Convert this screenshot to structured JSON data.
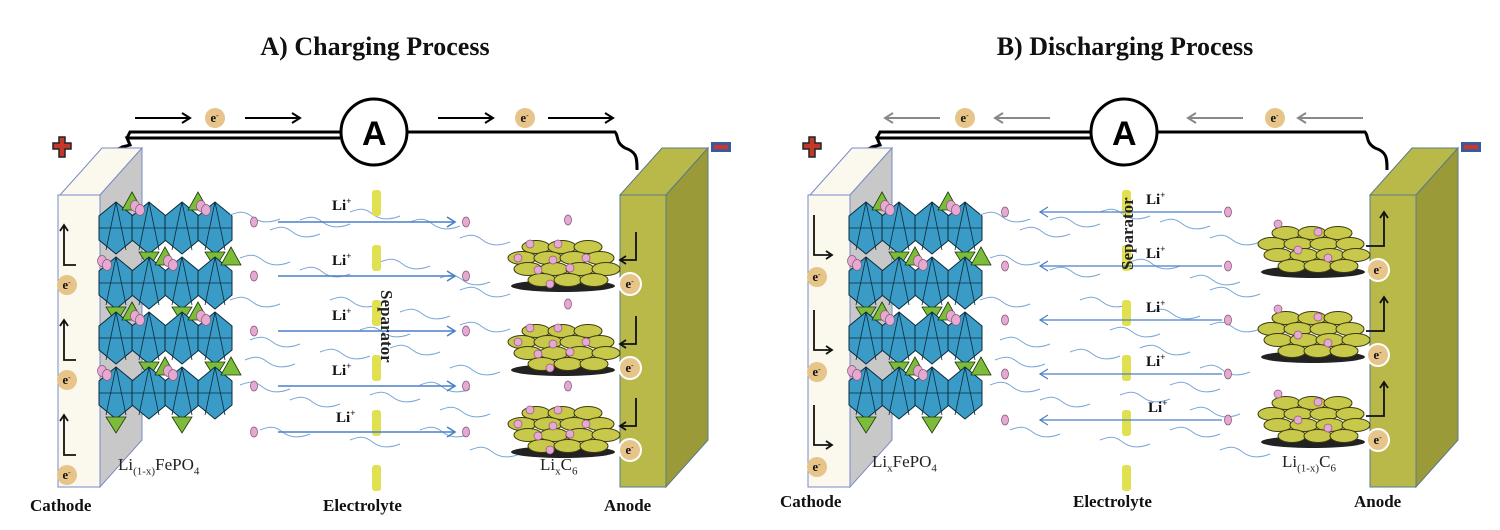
{
  "panels": [
    {
      "id": "charging",
      "title": "A) Charging Process",
      "electron_flow": "cathode-to-anode",
      "ion_flow": "cathode-to-anode",
      "cathode_label": "Cathode",
      "anode_label": "Anode",
      "electrolyte_label": "Electrolyte",
      "separator_label": "Separator",
      "ammeter_label": "A",
      "electron_symbol": "e",
      "electron_charge": "-",
      "positive_sign": "+",
      "negative_sign": "−",
      "cathode_formula": {
        "base": "Li",
        "sub": "(1-x)",
        "rest": "FePO",
        "sub2": "4"
      },
      "anode_formula": {
        "base": "Li",
        "sub": "x",
        "rest": "C",
        "sub2": "6"
      },
      "ion_labels": [
        "Li",
        "Li",
        "Li",
        "Li",
        "Li"
      ],
      "ion_charge": "+"
    },
    {
      "id": "discharging",
      "title": "B) Discharging Process",
      "electron_flow": "anode-to-cathode",
      "ion_flow": "anode-to-cathode",
      "cathode_label": "Cathode",
      "anode_label": "Anode",
      "electrolyte_label": "Electrolyte",
      "separator_label": "Separator",
      "ammeter_label": "A",
      "electron_symbol": "e",
      "electron_charge": "-",
      "positive_sign": "+",
      "negative_sign": "−",
      "cathode_formula": {
        "base": "Li",
        "sub": "x",
        "rest": "FePO",
        "sub2": "4"
      },
      "anode_formula": {
        "base": "Li",
        "sub": "(1-x)",
        "rest": "C",
        "sub2": "6"
      },
      "ion_labels": [
        "Li",
        "Li",
        "Li",
        "Li",
        "Li"
      ],
      "ion_charge": "+"
    }
  ],
  "colors": {
    "octahedron": "#3a9cc6",
    "tetrahedron": "#7dbb3a",
    "lithium": "#e6a9d2",
    "graphite": "#c8c84a",
    "anode_plate": "#b9b94a",
    "anode_plate_side": "#9a9a38",
    "cathode_plate_front": "#fbf8ee",
    "cathode_plate_side": "#c8c8c8",
    "separator": "#e0e050",
    "ion_arrow": "#4a7fc8",
    "electrolyte_wave": "#7aa6d6",
    "electron_badge": "#e6c48a",
    "plus_sign": "#c0392b",
    "minus_sign": "#d0342c",
    "minus_border": "#3a5a9a",
    "wire": "#000000",
    "charging_wire_arrow": "#000000",
    "discharging_wire_arrow": "#888888"
  }
}
